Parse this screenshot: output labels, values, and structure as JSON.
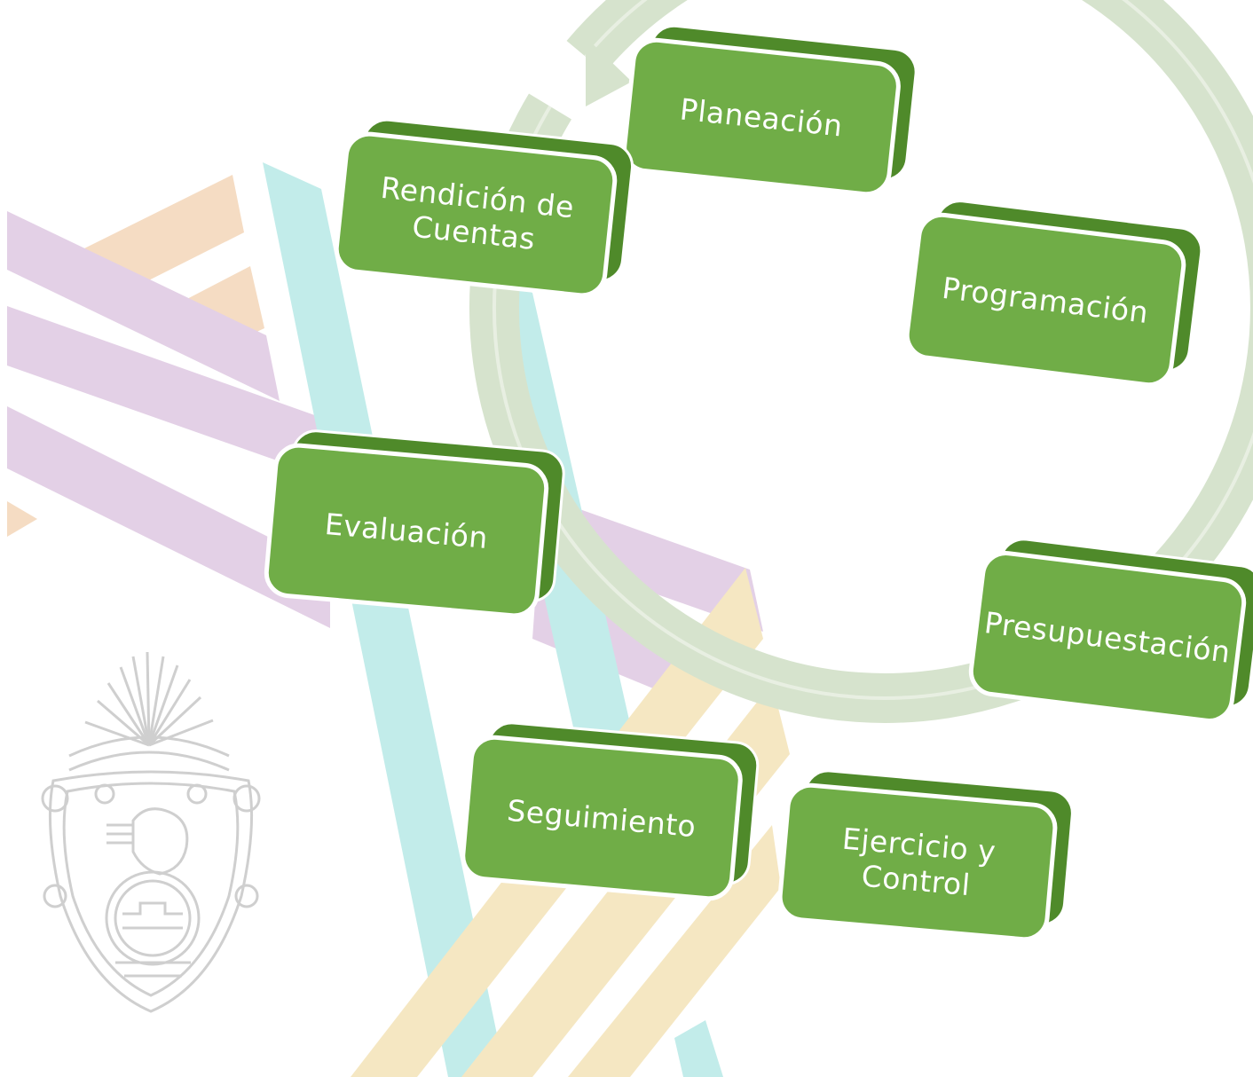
{
  "diagram": {
    "type": "cycle",
    "steps": [
      {
        "id": "planeacion",
        "lines": [
          "Planeación"
        ]
      },
      {
        "id": "programacion",
        "lines": [
          "Programación"
        ]
      },
      {
        "id": "presupuestacion",
        "lines": [
          "Presupuestación"
        ]
      },
      {
        "id": "ejercicio",
        "lines": [
          "Ejercicio y",
          "Control"
        ]
      },
      {
        "id": "seguimiento",
        "lines": [
          "Seguimiento"
        ]
      },
      {
        "id": "evaluacion",
        "lines": [
          "Evaluación"
        ]
      },
      {
        "id": "rendicion",
        "lines": [
          "Rendición de",
          "Cuentas"
        ]
      }
    ]
  },
  "colors": {
    "node_fill": "#70ad47",
    "node_side": "#4f8a2a",
    "node_border": "#ffffff",
    "cycle_arrow": "#d6e3cd",
    "ribbon_purple": "#e3d0e6",
    "ribbon_peach": "#f5dcc3",
    "ribbon_cyan": "#c2ecea",
    "ribbon_yellow": "#f5e7c2",
    "emblem_stroke": "#cfcfcf"
  },
  "background": {
    "emblem": "state-coat-of-arms-watermark"
  }
}
